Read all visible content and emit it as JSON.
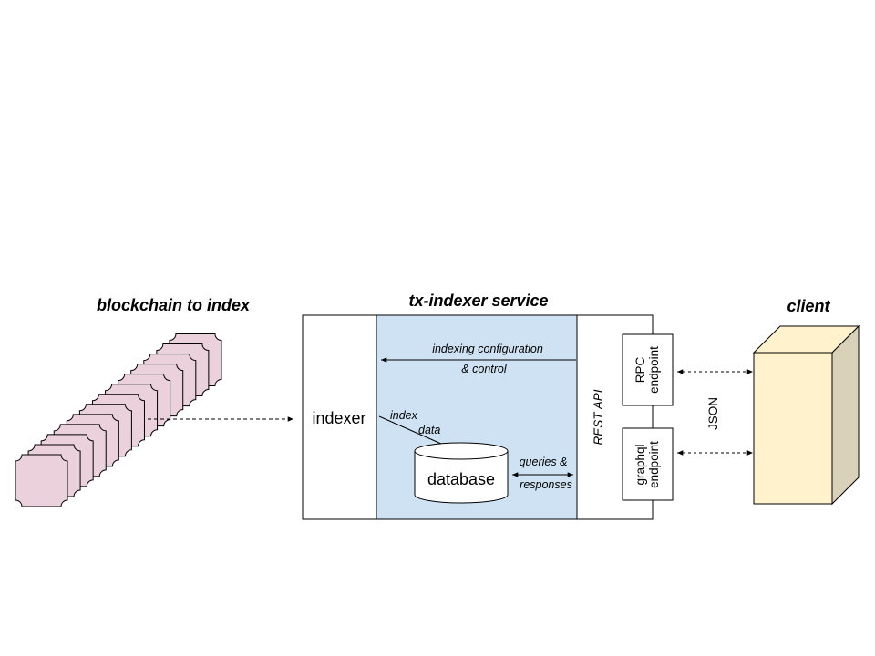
{
  "titles": {
    "blockchain": "blockchain to index",
    "service": "tx-indexer service",
    "client": "client"
  },
  "service": {
    "indexer_label": "indexer",
    "config_line1": "indexing configuration",
    "config_line2": "& control",
    "index_data_line1": "index",
    "index_data_line2": "data",
    "database_label": "database",
    "queries_line1": "queries &",
    "queries_line2": "responses",
    "rest_api_label": "REST API",
    "rpc_line1": "RPC",
    "rpc_line2": "endpoint",
    "graphql_line1": "graphql",
    "graphql_line2": "endpoint"
  },
  "json_label": "JSON",
  "colors": {
    "block_fill": "#ead1dc",
    "service_fill": "#cfe2f3",
    "client_front": "#fff2cc",
    "client_side": "#d9d2b9",
    "line": "#000000"
  }
}
